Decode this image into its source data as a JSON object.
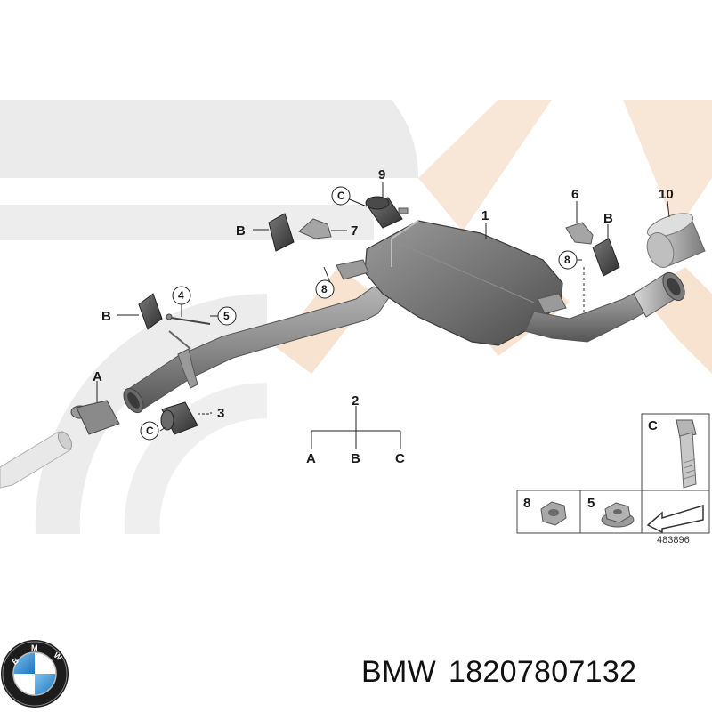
{
  "diagram": {
    "reference_number": "483896",
    "parts": {
      "p1": "1",
      "p2": "2",
      "p3": "3",
      "p4": "4",
      "p5": "5",
      "p6": "6",
      "p7": "7",
      "p8a": "8",
      "p8b": "8",
      "p9": "9",
      "p10": "10"
    },
    "group_labels": {
      "A_top": "A",
      "B_left_top": "B",
      "B_left_mid": "B",
      "B_right": "B",
      "C_top": "C",
      "C_bottom": "C",
      "A_sub": "A",
      "B_sub": "B",
      "C_sub": "C"
    },
    "legend": {
      "c_label": "C",
      "nut8_label": "8",
      "nut5_label": "5"
    }
  },
  "caption": {
    "brand": "BMW",
    "part_number": "18207807132"
  },
  "colors": {
    "watermark_gray": "#e6e6e6",
    "watermark_peach": "#f7e4d2",
    "part_gray": "#8a8a8a",
    "part_dark": "#3a3a3a"
  }
}
